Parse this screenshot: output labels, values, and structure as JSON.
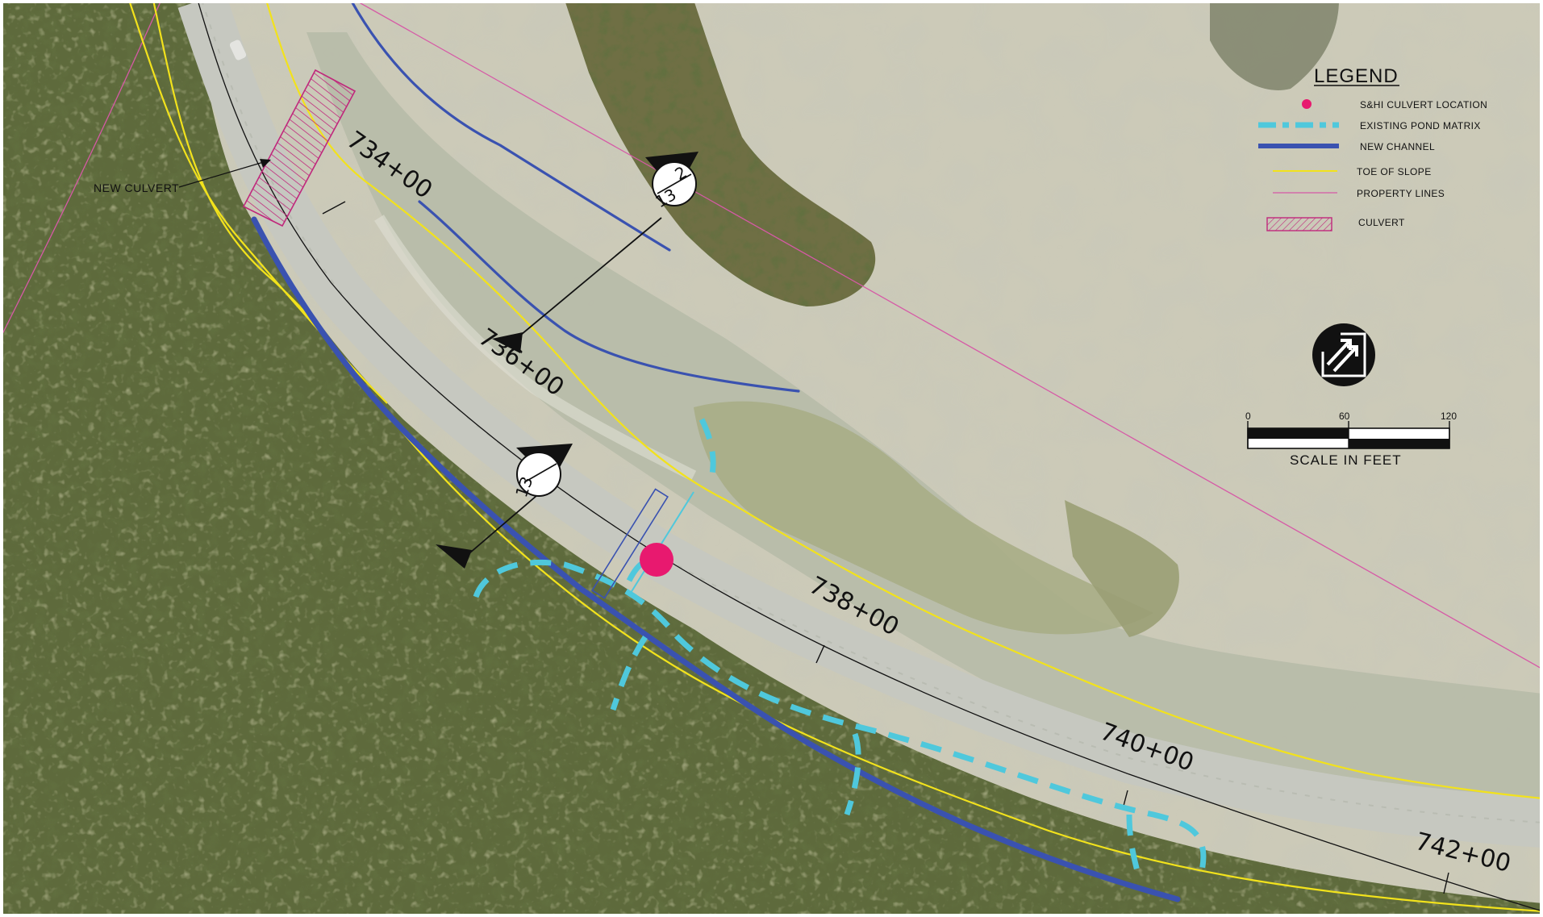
{
  "map": {
    "stations": [
      "734+00",
      "736+00",
      "738+00",
      "740+00",
      "742+00"
    ],
    "callout": "NEW CULVERT",
    "section_markers": [
      {
        "top": "2",
        "bottom": "13"
      },
      {
        "top": "",
        "bottom": "13"
      }
    ]
  },
  "legend": {
    "title": "LEGEND",
    "items": [
      {
        "label": "S&HI CULVERT LOCATION",
        "color": "#e8196f"
      },
      {
        "label": "EXISTING POND MATRIX",
        "color": "#4fc8dc"
      },
      {
        "label": "NEW CHANNEL",
        "color": "#3a52b0"
      },
      {
        "label": "TOE OF SLOPE",
        "color": "#f2e21c"
      },
      {
        "label": "PROPERTY LINES",
        "color": "#d659a6"
      },
      {
        "label": "CULVERT",
        "color": "#c0287c"
      }
    ]
  },
  "scale": {
    "ticks": [
      "0",
      "60",
      "120"
    ],
    "label": "SCALE IN FEET"
  },
  "colors": {
    "forest": "#5e6a3c",
    "sand": "#cccab8",
    "water": "#b5b9a8",
    "road": "#c6c8c0",
    "marsh": "#a6ac86"
  },
  "icons": [
    "north-arrow-icon"
  ]
}
